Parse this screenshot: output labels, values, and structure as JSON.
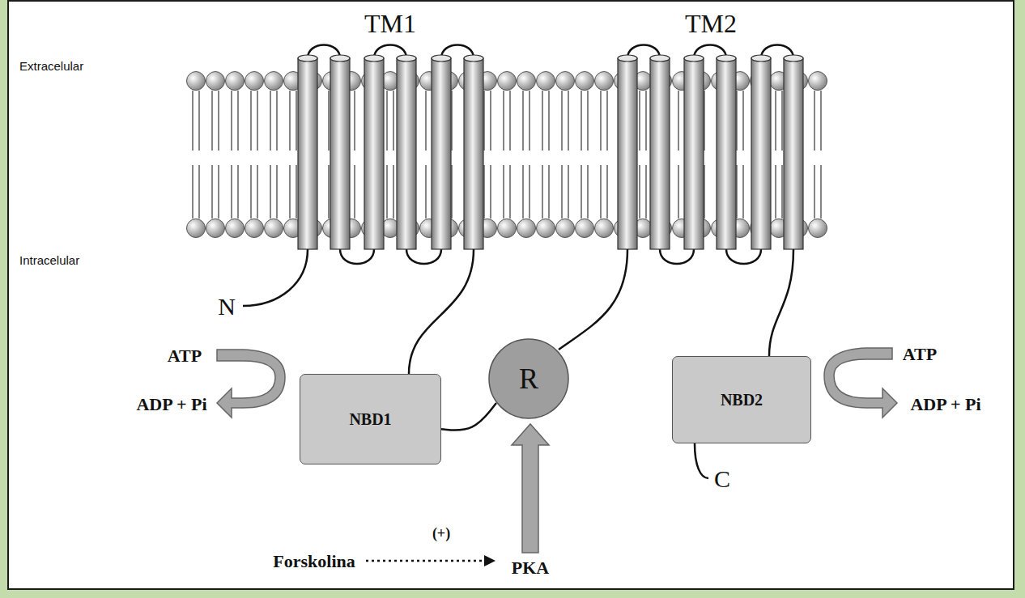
{
  "diagram": {
    "nodes": [
      {
        "text": [
          "NBD1"
        ]
      },
      {
        "text": [
          "R"
        ]
      },
      {
        "text": [
          "NBD2"
        ]
      }
    ],
    "edges": [
      {
        "from": 0,
        "to": 1,
        "arrow": "none"
      }
    ],
    "labels": [
      "Extracelular",
      "TM1",
      "TM2",
      "Intracelular",
      "N",
      "ATP",
      "ADP + Pi",
      "ATP",
      "ADP + Pi",
      "C",
      "(+)",
      "Forskolina",
      "PKA"
    ]
  }
}
